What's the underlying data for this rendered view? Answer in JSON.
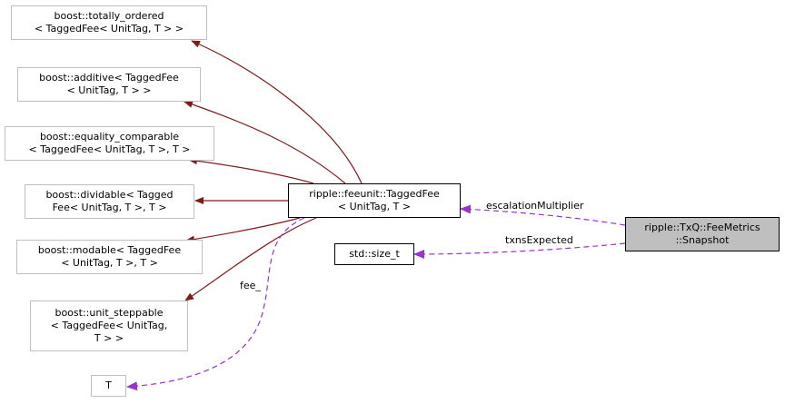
{
  "diagram": {
    "type": "collaboration-graph",
    "nodes": {
      "totally_ordered": {
        "line1": "boost::totally_ordered",
        "line2": "< TaggedFee< UnitTag, T > >"
      },
      "additive": {
        "line1": "boost::additive< TaggedFee",
        "line2": "< UnitTag, T > >"
      },
      "equality_comparable": {
        "line1": "boost::equality_comparable",
        "line2": "< TaggedFee< UnitTag, T >, T >"
      },
      "dividable": {
        "line1": "boost::dividable< Tagged",
        "line2": "Fee< UnitTag, T >, T >"
      },
      "modable": {
        "line1": "boost::modable< TaggedFee",
        "line2": "< UnitTag, T >, T >"
      },
      "unit_steppable": {
        "line1": "boost::unit_steppable",
        "line2": "< TaggedFee< UnitTag,",
        "line3": "T > >"
      },
      "T": {
        "line1": "T"
      },
      "tagged_fee": {
        "line1": "ripple::feeunit::TaggedFee",
        "line2": "< UnitTag, T >"
      },
      "size_t": {
        "line1": "std::size_t"
      },
      "snapshot": {
        "line1": "ripple::TxQ::FeeMetrics",
        "line2": "::Snapshot"
      }
    },
    "edge_labels": {
      "escalation": "escalationMultiplier",
      "txns": "txnsExpected",
      "fee": "fee_"
    },
    "colors": {
      "inheritance": "#7f1a1a",
      "usage": "#9a32cd",
      "focus_fill": "#bfbfbf"
    }
  }
}
